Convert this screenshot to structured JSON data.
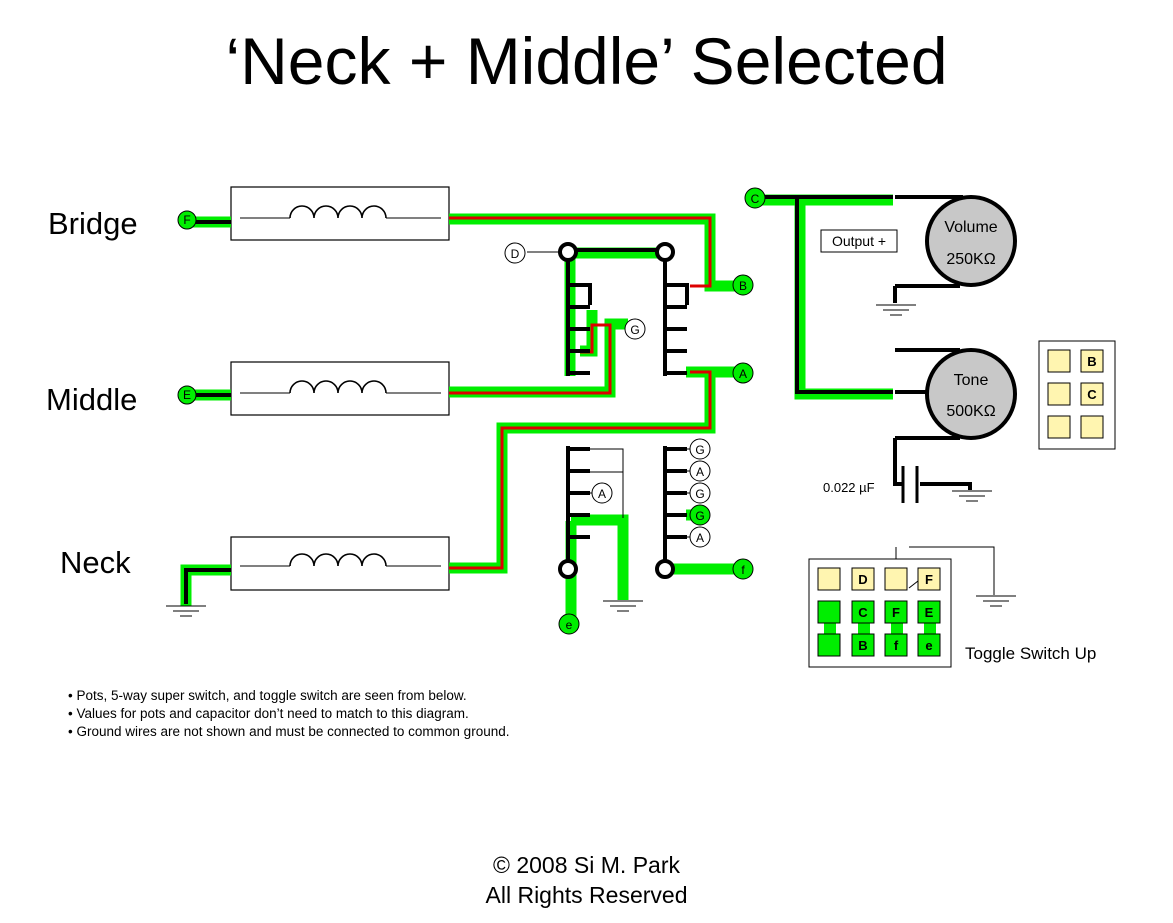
{
  "title": "‘Neck + Middle’ Selected",
  "pickups": [
    {
      "label": "Bridge",
      "terminal": "F"
    },
    {
      "label": "Middle",
      "terminal": "E"
    },
    {
      "label": "Neck",
      "terminal": ""
    }
  ],
  "volume_pot": {
    "name": "Volume",
    "value": "250KΩ"
  },
  "tone_pot": {
    "name": "Tone",
    "value": "500KΩ"
  },
  "output_label": "Output +",
  "capacitor_label": "0.022 µF",
  "switch_terminals": {
    "upper_left": "D",
    "upper_mid": "G",
    "upper_right_b": "B",
    "upper_right_a": "A",
    "lower_left": "A",
    "lower_left_e": "e",
    "lower_right": [
      "G",
      "A",
      "G",
      "G",
      "A"
    ],
    "lower_right_f": "f",
    "wire_c": "C"
  },
  "pot_grid": {
    "b": "B",
    "c": "C"
  },
  "toggle": {
    "label": "Toggle Switch Up",
    "top_row": [
      "",
      "D",
      "",
      "F"
    ],
    "mid_row": [
      "",
      "C",
      "F",
      "E"
    ],
    "bot_row": [
      "",
      "B",
      "f",
      "e"
    ]
  },
  "notes": [
    "• Pots, 5-way super switch, and toggle switch are seen from below.",
    "• Values for pots and capacitor don’t need to match to this diagram.",
    "• Ground wires are not shown and must be connected to common ground."
  ],
  "copyright": [
    "© 2008 Si M. Park",
    "All Rights Reserved"
  ],
  "colors": {
    "green": "#00ee00",
    "red": "#dd0000",
    "pot": "#c8c8c8",
    "lug": "#fff5b0"
  }
}
